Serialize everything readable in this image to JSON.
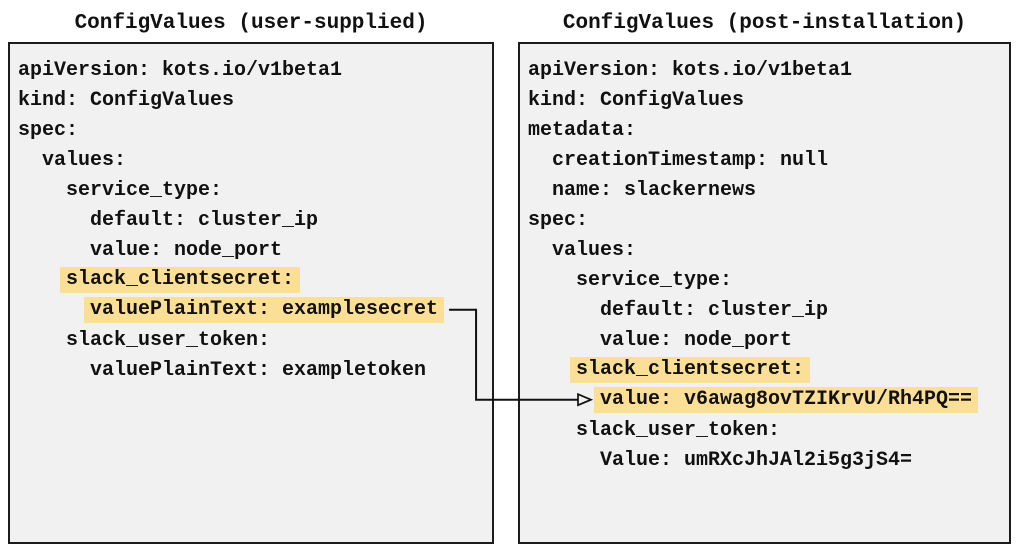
{
  "colors": {
    "panel_bg": "#f1f1f1",
    "panel_border": "#1c1c1c",
    "highlight": "#fbdf96",
    "text": "#111111",
    "arrow": "#111111"
  },
  "panels": [
    {
      "id": "user-supplied",
      "title": "ConfigValues (user-supplied)",
      "lines": [
        {
          "text": "apiVersion: kots.io/v1beta1",
          "indent": 0,
          "highlight": false
        },
        {
          "text": "kind: ConfigValues",
          "indent": 0,
          "highlight": false
        },
        {
          "text": "spec:",
          "indent": 0,
          "highlight": false
        },
        {
          "text": "values:",
          "indent": 1,
          "highlight": false
        },
        {
          "text": "service_type:",
          "indent": 2,
          "highlight": false
        },
        {
          "text": "default: cluster_ip",
          "indent": 3,
          "highlight": false
        },
        {
          "text": "value: node_port",
          "indent": 3,
          "highlight": false
        },
        {
          "text": "slack_clientsecret:",
          "indent": 2,
          "highlight": true
        },
        {
          "text": "valuePlainText: examplesecret",
          "indent": 3,
          "highlight": true
        },
        {
          "text": "slack_user_token:",
          "indent": 2,
          "highlight": false
        },
        {
          "text": "valuePlainText: exampletoken",
          "indent": 3,
          "highlight": false
        }
      ]
    },
    {
      "id": "post-installation",
      "title": "ConfigValues (post-installation)",
      "lines": [
        {
          "text": "apiVersion: kots.io/v1beta1",
          "indent": 0,
          "highlight": false
        },
        {
          "text": "kind: ConfigValues",
          "indent": 0,
          "highlight": false
        },
        {
          "text": "metadata:",
          "indent": 0,
          "highlight": false
        },
        {
          "text": "creationTimestamp: null",
          "indent": 1,
          "highlight": false
        },
        {
          "text": "name: slackernews",
          "indent": 1,
          "highlight": false
        },
        {
          "text": "spec:",
          "indent": 0,
          "highlight": false
        },
        {
          "text": "values:",
          "indent": 1,
          "highlight": false
        },
        {
          "text": "service_type:",
          "indent": 2,
          "highlight": false
        },
        {
          "text": "default: cluster_ip",
          "indent": 3,
          "highlight": false
        },
        {
          "text": "value: node_port",
          "indent": 3,
          "highlight": false
        },
        {
          "text": "slack_clientsecret:",
          "indent": 2,
          "highlight": true
        },
        {
          "text": "value: v6awag8ovTZIKrvU/Rh4PQ==",
          "indent": 3,
          "highlight": true
        },
        {
          "text": "slack_user_token:",
          "indent": 2,
          "highlight": false
        },
        {
          "text": "Value: umRXcJhJAl2i5g3jS4=",
          "indent": 3,
          "highlight": false
        }
      ]
    }
  ],
  "arrow": {
    "from": {
      "panel": 0,
      "line": 8
    },
    "to": {
      "panel": 1,
      "line": 11
    }
  }
}
